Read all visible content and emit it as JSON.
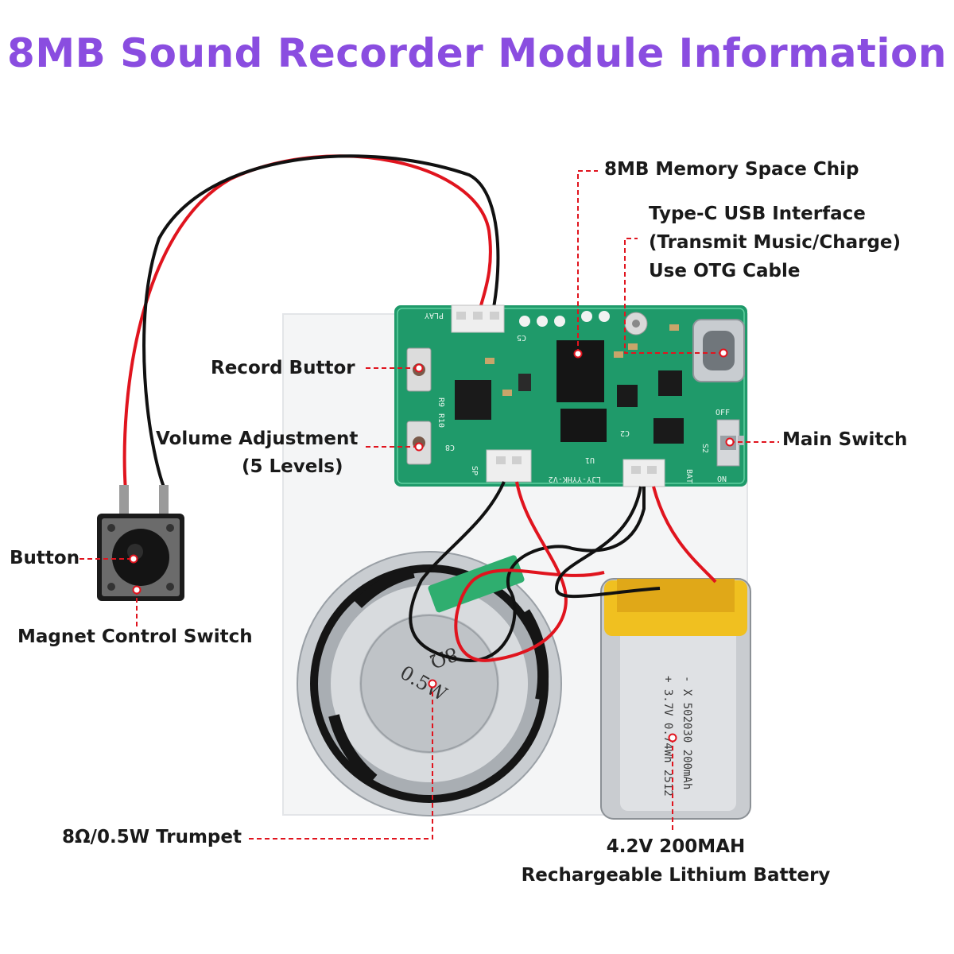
{
  "title": "8MB Sound Recorder Module Information",
  "colors": {
    "title": "#8a4de0",
    "pcb": "#1f9a6a",
    "leader": "#e0141e",
    "wire_red": "#e0141e",
    "wire_black": "#111111",
    "battery_cap": "#f0c020",
    "speaker": "#c9cdd1"
  },
  "labels": {
    "memory_chip": "8MB Memory Space Chip",
    "type_c_line1": "Type-C USB Interface",
    "type_c_line2": "(Transmit Music/Charge)",
    "type_c_line3": "Use OTG Cable",
    "record_button": "Record Buttor",
    "volume_line1": "Volume Adjustment",
    "volume_line2": "(5 Levels)",
    "main_switch": "Main Switch",
    "button": "Button",
    "magnet_switch": "Magnet Control Switch",
    "trumpet": "8Ω/0.5W Trumpet",
    "battery_line1": "4.2V 200MAH",
    "battery_line2": "Rechargeable Lithium Battery"
  },
  "board_markings": {
    "play": "PLAY",
    "model": "LJY-YYHK-V2",
    "sp": "SP",
    "bat": "BAT",
    "off": "OFF",
    "on": "ON",
    "u1": "U1",
    "c5": "C5",
    "c8": "C8",
    "c2": "C2",
    "r9": "R9",
    "r10": "R10",
    "s2": "S2"
  },
  "speaker_markings": {
    "ohm": "8Ω",
    "watt": "0.5W"
  },
  "battery_markings": {
    "line1": "- X 502030 200mAh",
    "line2": "+ 3.7V 0.74Wh 2512"
  }
}
